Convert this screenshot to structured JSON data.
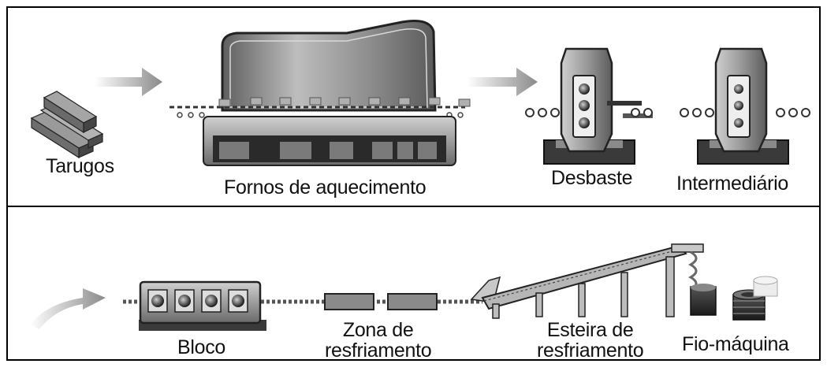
{
  "labels": {
    "billets": "Tarugos",
    "furnace": "Fornos de aquecimento",
    "roughing": "Desbaste",
    "intermediate": "Intermediário",
    "block": "Bloco",
    "cooling_zone_line1": "Zona de",
    "cooling_zone_line2": "resfriamento",
    "cooling_conveyor_line1": "Esteira de",
    "cooling_conveyor_line2": "resfriamento",
    "wire_rod": "Fio-máquina"
  }
}
